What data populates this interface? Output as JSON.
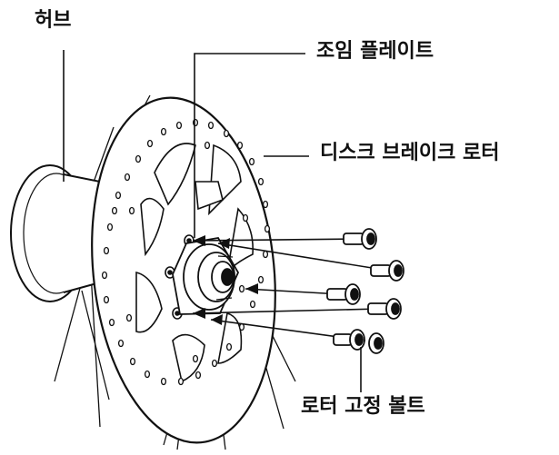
{
  "labels": {
    "hub": "허브",
    "lock_plate": "조임 플레이트",
    "disc_rotor": "디스크 브레이크 로터",
    "rotor_bolts": "로터 고정 볼트"
  },
  "colors": {
    "line": "#111111",
    "background": "#ffffff"
  }
}
